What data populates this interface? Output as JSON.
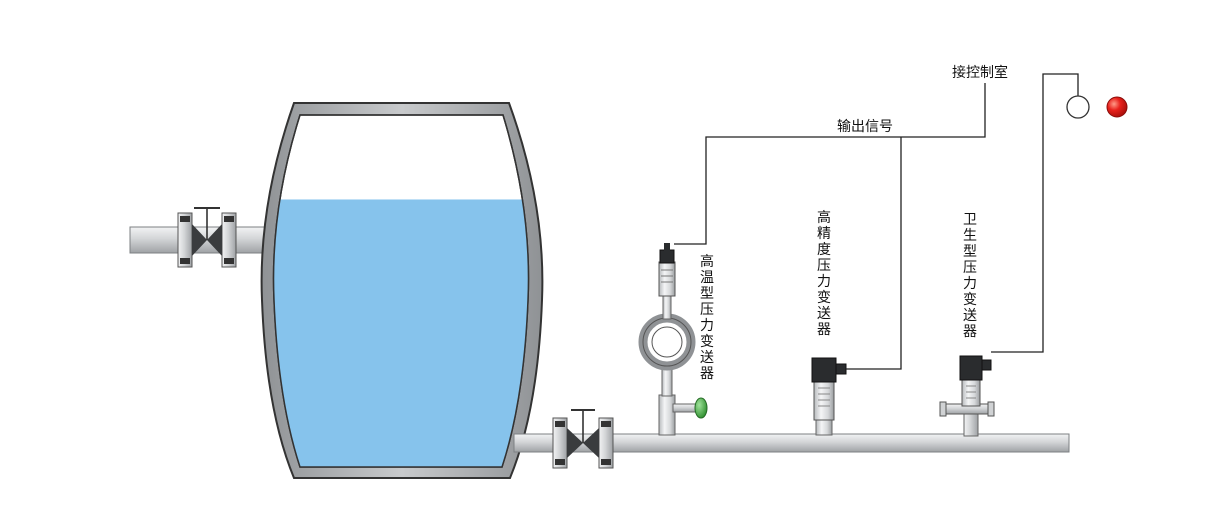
{
  "labels": {
    "control_room": "接控制室",
    "output_signal": "输出信号",
    "high_temp_transmitter": "高温型压力变送器",
    "high_precision_transmitter": "高精度压力变送器",
    "sanitary_transmitter": "卫生型压力变送器"
  },
  "colors": {
    "water": "#86c3ec",
    "tank_shell": "#a9acaf",
    "pipe": "#cfd1d3",
    "line": "#222222",
    "indicator_red": "#e8211c",
    "valve_green": "#3aa43a"
  },
  "tank_level": 0.76
}
